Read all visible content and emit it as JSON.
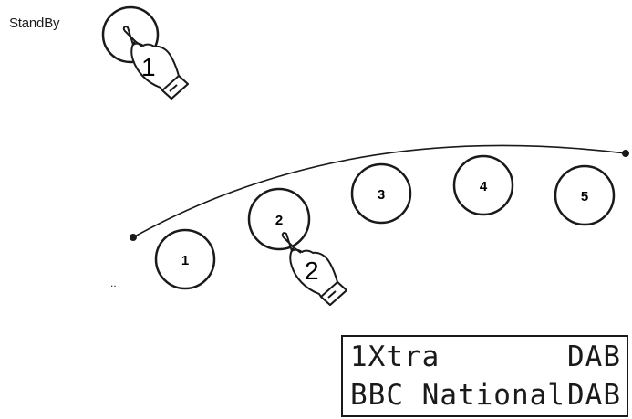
{
  "standby": {
    "label": "StandBy",
    "step": "1"
  },
  "presets": {
    "buttons": [
      "1",
      "2",
      "3",
      "4",
      "5"
    ],
    "pressed_step": "2",
    "pressed_button": "2"
  },
  "footnote": "..",
  "display": {
    "line1_left": "1Xtra",
    "line1_right": "DAB",
    "line2_left": "BBC National",
    "line2_right": "DAB"
  }
}
